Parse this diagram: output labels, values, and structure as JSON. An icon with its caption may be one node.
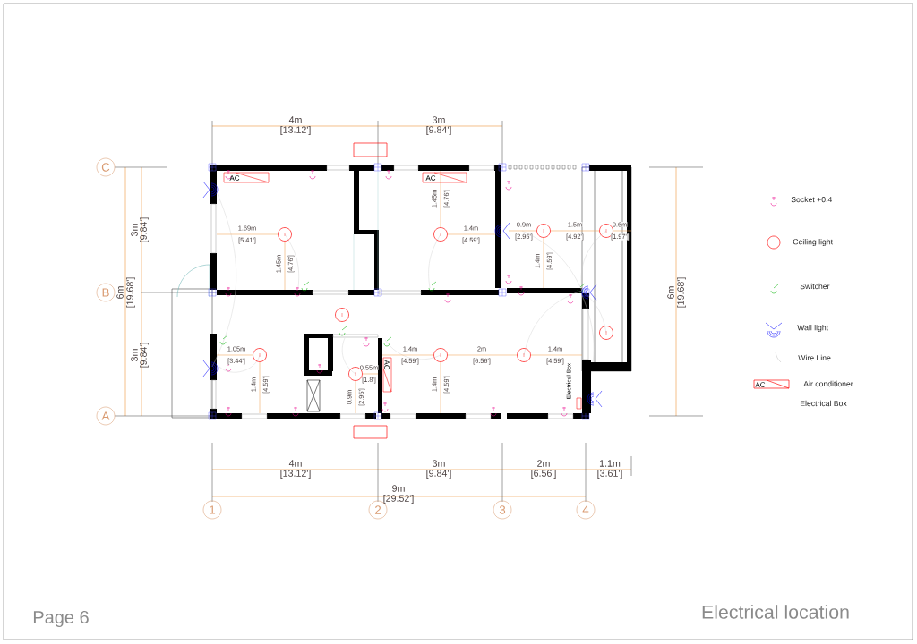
{
  "diagram": {
    "title": "Electrical location",
    "labels": [
      "4m",
      "[13.12']",
      "3m",
      "[9.84']",
      "C",
      "AC",
      "AC",
      "3m",
      "[9.84']",
      "1.69m",
      "[5.41']",
      "1.45m",
      "[4.76']",
      "1.4m",
      "[4.59']",
      "0.9m",
      "[2.95']",
      "1.5m",
      "[4.92']",
      "0.6m",
      "[1.97']",
      "1.45m",
      "[4.76']",
      "1.4m",
      "[4.59']",
      "6m",
      "[19.68']",
      "B",
      "6m",
      "[19.68']",
      "1.05m",
      "[3.44']",
      "1.4m",
      "[4.59']",
      "2m",
      "[6.56']",
      "1.4m",
      "[4.59']",
      "3m",
      "[9.84']",
      "0.55m",
      "[1.8']",
      "AC",
      "1.4m",
      "[4.59']",
      "1.4m",
      "[4.59']",
      "0.9m",
      "[2.95']",
      "Electrical Box",
      "AC",
      "A",
      "4m",
      "[13.12']",
      "3m",
      "[9.84']",
      "2m",
      "[6.56']",
      "1.1m",
      "[3.61']",
      "9m",
      "[29.52']",
      "1",
      "2",
      "3",
      "4",
      "Page 6"
    ],
    "legend": [
      {
        "text": "Socket +0.4"
      },
      {
        "text": "Ceiling light"
      },
      {
        "text": "Switcher"
      },
      {
        "text": "Wall light"
      },
      {
        "text": "Wire Line"
      },
      {
        "text": "Air conditioner"
      },
      {
        "text": "Electrical Box"
      }
    ]
  }
}
